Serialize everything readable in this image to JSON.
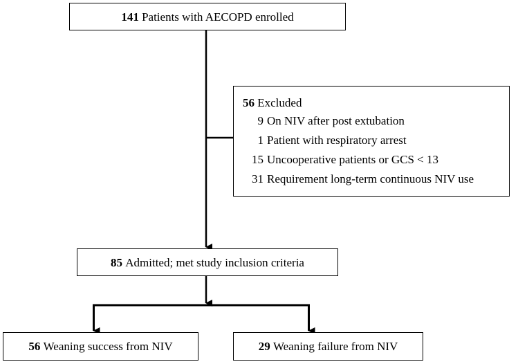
{
  "enrolled": {
    "count": "141",
    "text": "Patients with AECOPD enrolled"
  },
  "excluded": {
    "count": "56",
    "label": "Excluded",
    "items": [
      {
        "count": "9",
        "text": "On NIV after post extubation"
      },
      {
        "count": "1",
        "text": "Patient with respiratory arrest"
      },
      {
        "count": "15",
        "text": "Uncooperative patients or GCS < 13"
      },
      {
        "count": "31",
        "text": "Requirement long-term continuous NIV use"
      }
    ]
  },
  "admitted": {
    "count": "85",
    "text": "Admitted; met study inclusion criteria"
  },
  "success": {
    "count": "56",
    "text": "Weaning success from NIV"
  },
  "failure": {
    "count": "29",
    "text": "Weaning failure from NIV"
  }
}
